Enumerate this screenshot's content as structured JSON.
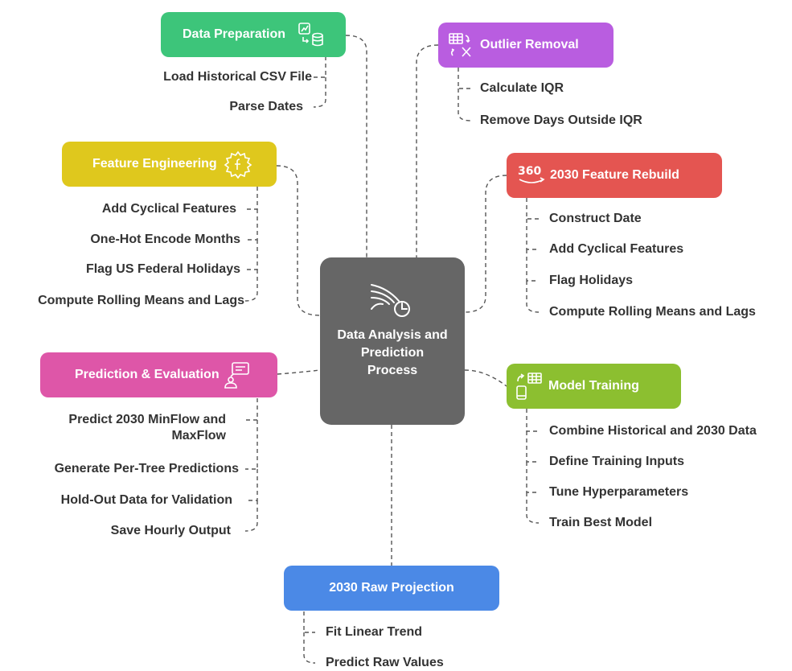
{
  "center": {
    "title": "Data Analysis and Prediction Process",
    "icon": "wind-gauge-icon"
  },
  "branches": {
    "data_preparation": {
      "label": "Data Preparation",
      "color": "#3dc57a",
      "icon": "chart-database-icon",
      "items": [
        "Load Historical CSV File",
        "Parse Dates"
      ]
    },
    "outlier_removal": {
      "label": "Outlier Removal",
      "color": "#b95de0",
      "icon": "table-remove-icon",
      "items": [
        "Calculate IQR",
        "Remove Days Outside IQR"
      ]
    },
    "feature_engineering": {
      "label": "Feature Engineering",
      "color": "#dfc81d",
      "icon": "gear-function-icon",
      "items": [
        "Add Cyclical Features",
        "One-Hot Encode Months",
        "Flag US Federal Holidays",
        "Compute Rolling Means and Lags"
      ]
    },
    "feature_rebuild": {
      "label": "2030 Feature Rebuild",
      "color": "#e45551",
      "icon": "rotate-360-icon",
      "items": [
        "Construct Date",
        "Add Cyclical Features",
        "Flag Holidays",
        "Compute Rolling Means and Lags"
      ]
    },
    "prediction_evaluation": {
      "label": "Prediction & Evaluation",
      "color": "#de56a8",
      "icon": "presenter-icon",
      "items": [
        "Predict 2030 MinFlow and MaxFlow",
        "Generate Per-Tree Predictions",
        "Hold-Out Data for Validation",
        "Save Hourly Output"
      ]
    },
    "model_training": {
      "label": "Model Training",
      "color": "#8cbf30",
      "icon": "device-table-icon",
      "items": [
        "Combine Historical and 2030 Data",
        "Define Training Inputs",
        "Tune Hyperparameters",
        "Train Best Model"
      ]
    },
    "raw_projection": {
      "label": "2030 Raw Projection",
      "color": "#4b89e6",
      "icon": "",
      "items": [
        "Fit Linear Trend",
        "Predict Raw Values"
      ]
    }
  }
}
